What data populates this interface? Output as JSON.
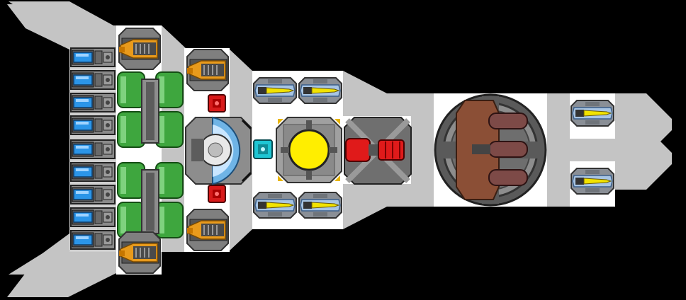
{
  "ship": {
    "hull_color": "#c4c4c4",
    "slot_color": "#ffffff",
    "background": "#000000"
  },
  "modules": {
    "thrusters": {
      "count": 9,
      "icon": "thruster-icon",
      "accent": "#2b95e8"
    },
    "fuel_tanks": {
      "count": 2,
      "icon": "fuel-tank-icon",
      "accent": "#3ea63e"
    },
    "engines": {
      "count": 4,
      "icon": "engine-icon",
      "accent": "#e89a1c"
    },
    "small_weapons": {
      "count": 6,
      "icon": "small-turret-icon",
      "accent": "#f0e000"
    },
    "sensors": {
      "count": 2,
      "icon": "red-sensor-icon",
      "accent": "#d81a1a"
    },
    "shield": {
      "count": 1,
      "icon": "shield-generator-icon",
      "accent": "#6fb4e6"
    },
    "connector": {
      "count": 1,
      "icon": "cyan-connector-icon",
      "accent": "#1ec6d4"
    },
    "reactor": {
      "count": 1,
      "icon": "reactor-core-icon",
      "accent": "#ffee00"
    },
    "red_weapon": {
      "count": 1,
      "icon": "red-cannon-icon",
      "accent": "#e01a1a"
    },
    "main_gun": {
      "count": 1,
      "icon": "triple-cannon-turret-icon",
      "accent": "#8b4f36"
    }
  }
}
